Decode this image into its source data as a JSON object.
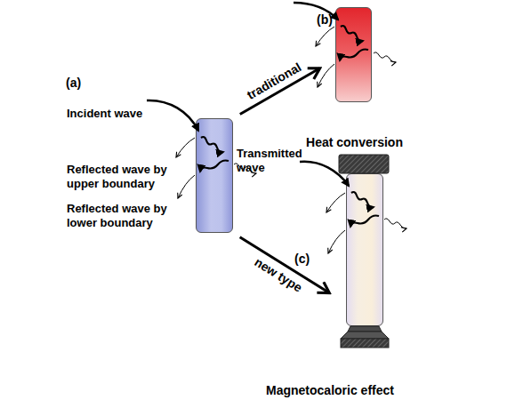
{
  "diagram": {
    "nodes": [
      {
        "text": [
          "(a)"
        ]
      },
      {
        "text": [
          "(b)",
          "Heat conversion"
        ]
      },
      {
        "text": [
          "(c)",
          "Magnetocaloric effect"
        ]
      }
    ],
    "edges": [
      {
        "from": 0,
        "to": 1,
        "label": "traditional",
        "arrow": "to"
      },
      {
        "from": 0,
        "to": 2,
        "label": "new type",
        "arrow": "to"
      }
    ],
    "labels": [
      "Incident wave",
      "Reflected wave by upper boundary",
      "Reflected wave by lower boundary",
      "Transmitted wave"
    ]
  }
}
